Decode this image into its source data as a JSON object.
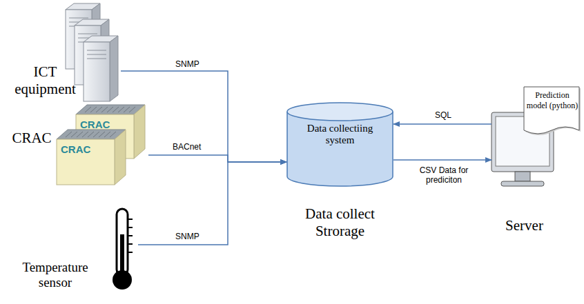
{
  "diagram": {
    "nodes": [
      {
        "text": [
          "ICT equipment"
        ]
      },
      {
        "text": [
          "CRAC"
        ]
      },
      {
        "text": [
          "CRAC"
        ],
        "in": 1
      },
      {
        "text": [
          "CRAC"
        ],
        "in": 1
      },
      {
        "text": [
          "Temperature sensor"
        ]
      },
      {
        "text": [
          "Data collectiing system",
          "Data collect Strorage"
        ]
      },
      {
        "text": [
          "Server"
        ]
      },
      {
        "text": [
          "Prediction model (python)"
        ],
        "in": 6
      }
    ],
    "edges": [
      {
        "from": 0,
        "to": 5,
        "label": "SNMP",
        "arrow": "to"
      },
      {
        "from": 1,
        "to": 5,
        "label": "BACnet",
        "arrow": "to"
      },
      {
        "from": 4,
        "to": 5,
        "label": "SNMP",
        "arrow": "to"
      },
      {
        "from": 6,
        "to": 5,
        "label": "SQL",
        "arrow": "to"
      },
      {
        "from": 5,
        "to": 6,
        "label": "CSV Data for prediciton",
        "arrow": "to"
      }
    ]
  }
}
